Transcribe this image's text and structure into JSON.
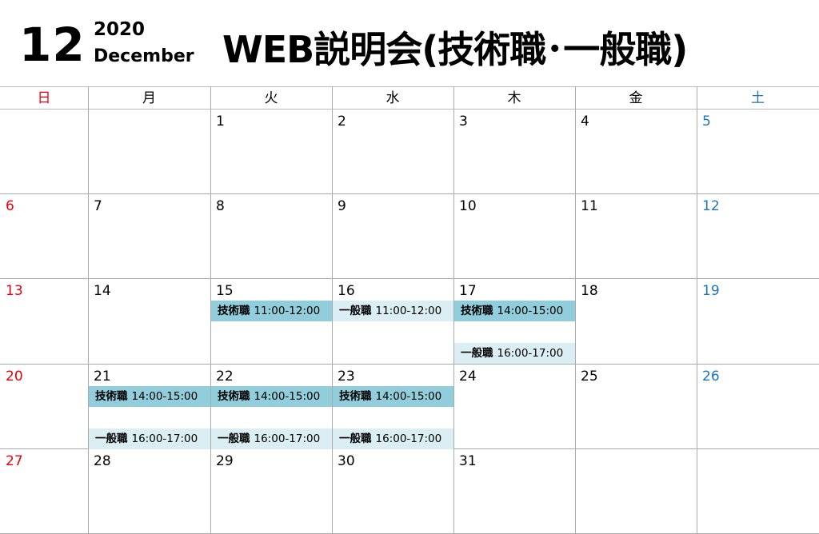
{
  "header": {
    "month_number": "12",
    "year": "2020",
    "month_name": "December",
    "title": "WEB説明会(技術職･一般職)"
  },
  "colors": {
    "sunday": "#e8000b",
    "saturday": "#1a75bc",
    "tech_event": "#92cddb",
    "general_event": "#daeef3"
  },
  "weekdays": [
    "日",
    "月",
    "火",
    "水",
    "木",
    "金",
    "土"
  ],
  "weeks": [
    [
      "",
      "",
      "1",
      "2",
      "3",
      "4",
      "5"
    ],
    [
      "6",
      "7",
      "8",
      "9",
      "10",
      "11",
      "12"
    ],
    [
      "13",
      "14",
      "15",
      "16",
      "17",
      "18",
      "19"
    ],
    [
      "20",
      "21",
      "22",
      "23",
      "24",
      "25",
      "26"
    ],
    [
      "27",
      "28",
      "29",
      "30",
      "31",
      "",
      ""
    ]
  ],
  "events": {
    "15": [
      {
        "slot": 0,
        "type": "tech",
        "label": "技術職",
        "time": "11:00-12:00"
      }
    ],
    "16": [
      {
        "slot": 0,
        "type": "general",
        "label": "一般職",
        "time": "11:00-12:00"
      }
    ],
    "17": [
      {
        "slot": 0,
        "type": "tech",
        "label": "技術職",
        "time": "14:00-15:00"
      },
      {
        "slot": 1,
        "type": "general",
        "label": "一般職",
        "time": "16:00-17:00"
      }
    ],
    "21": [
      {
        "slot": 0,
        "type": "tech",
        "label": "技術職",
        "time": "14:00-15:00"
      },
      {
        "slot": 1,
        "type": "general",
        "label": "一般職",
        "time": "16:00-17:00"
      }
    ],
    "22": [
      {
        "slot": 0,
        "type": "tech",
        "label": "技術職",
        "time": "14:00-15:00"
      },
      {
        "slot": 1,
        "type": "general",
        "label": "一般職",
        "time": "16:00-17:00"
      }
    ],
    "23": [
      {
        "slot": 0,
        "type": "tech",
        "label": "技術職",
        "time": "14:00-15:00"
      },
      {
        "slot": 1,
        "type": "general",
        "label": "一般職",
        "time": "16:00-17:00"
      }
    ]
  }
}
